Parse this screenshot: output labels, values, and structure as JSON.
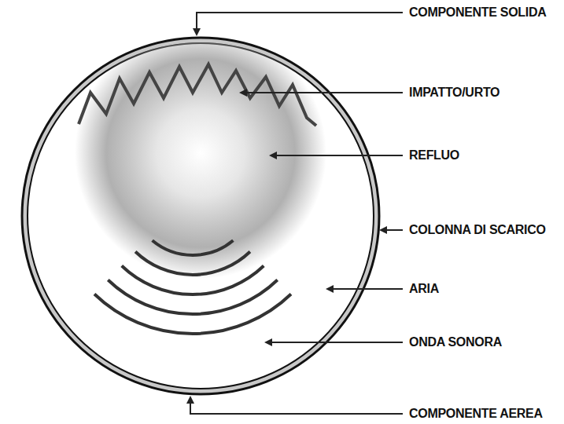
{
  "diagram": {
    "labels": [
      "COMPONENTE SOLIDA",
      "IMPATTO/URTO",
      "REFLUO",
      "COLONNA DI SCARICO",
      "ARIA",
      "ONDA SONORA",
      "COMPONENTE AEREA"
    ]
  }
}
